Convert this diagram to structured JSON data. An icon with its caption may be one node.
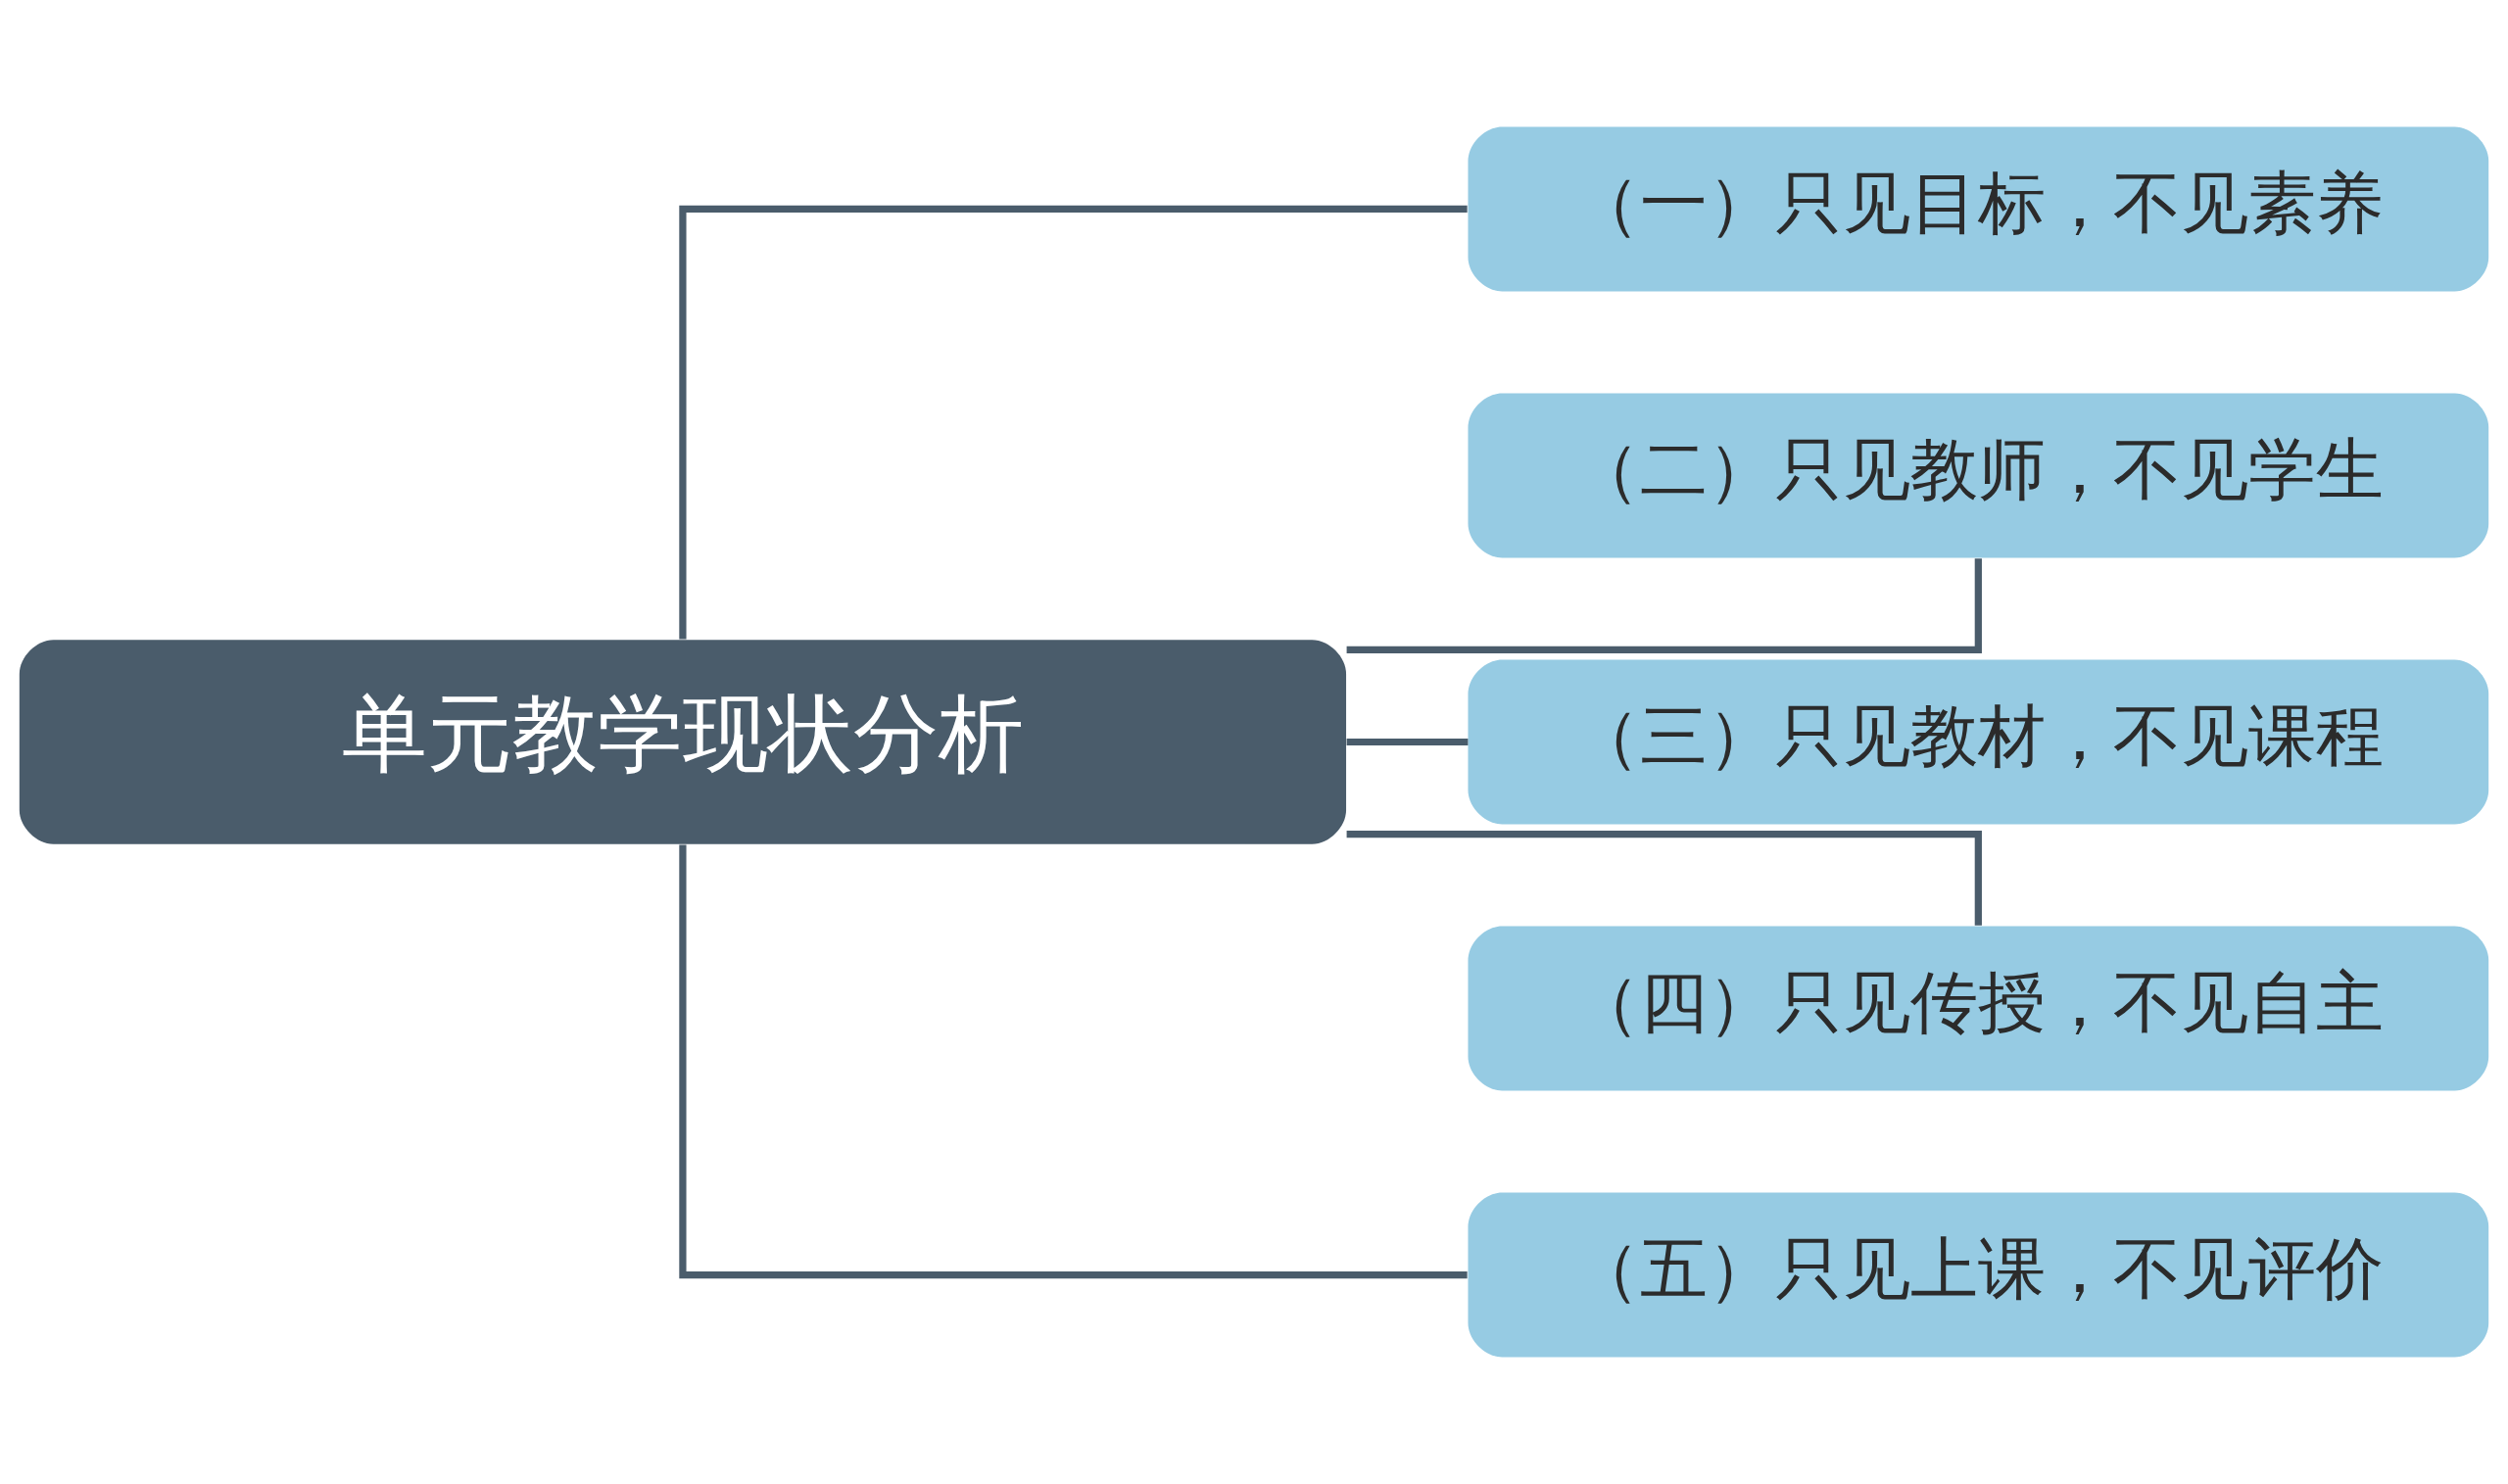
{
  "diagram": {
    "nodes": [
      {
        "text": [
          "单元教学现状分析"
        ]
      },
      {
        "text": [
          "（一）只见目标，不见素养"
        ]
      },
      {
        "text": [
          "（二）只见教师，不见学生"
        ]
      },
      {
        "text": [
          "（三）只见教材，不见课程"
        ]
      },
      {
        "text": [
          "（四）只见传授，不见自主"
        ]
      },
      {
        "text": [
          "（五）只见上课，不见评价"
        ]
      }
    ],
    "edges": [
      {
        "from": 0,
        "to": 1,
        "arrow": "none"
      },
      {
        "from": 0,
        "to": 2,
        "arrow": "none"
      },
      {
        "from": 0,
        "to": 3,
        "arrow": "none"
      },
      {
        "from": 0,
        "to": 4,
        "arrow": "none"
      },
      {
        "from": 0,
        "to": 5,
        "arrow": "none"
      }
    ]
  }
}
